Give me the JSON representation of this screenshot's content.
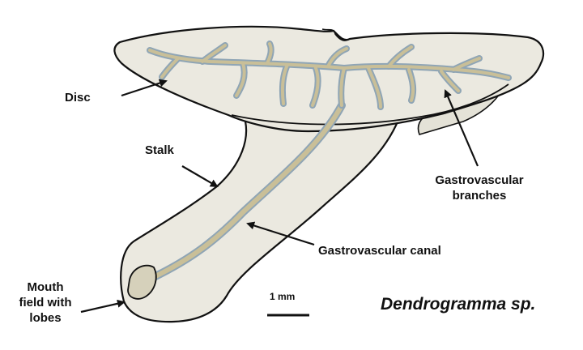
{
  "labels": {
    "disc": "Disc",
    "stalk": "Stalk",
    "gv_branches_line1": "Gastrovascular",
    "gv_branches_line2": "branches",
    "gv_canal": "Gastrovascular canal",
    "mouth_line1": "Mouth",
    "mouth_line2": "field with",
    "mouth_line3": "lobes"
  },
  "scale_bar": {
    "label": "1 mm"
  },
  "species": "Dendrogramma sp.",
  "colors": {
    "body_fill": "#ebe9e0",
    "body_outline": "#111111",
    "canal_fill": "#c9bf98",
    "canal_outline": "#8fa5b5",
    "arrow": "#111111"
  }
}
